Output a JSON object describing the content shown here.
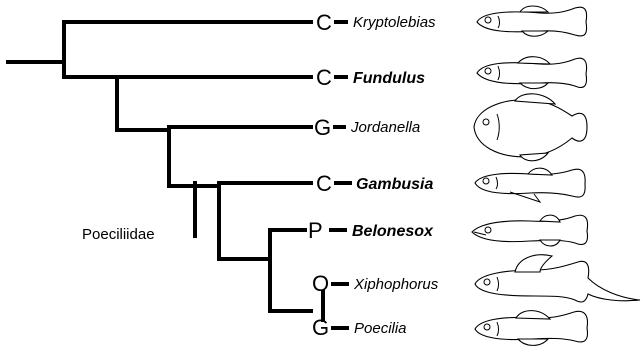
{
  "tree": {
    "clade_label": "Poeciliidae",
    "taxa": [
      {
        "code": "C",
        "name": "Kryptolebias",
        "bold": false,
        "fish": "fish-kryptolebias-icon"
      },
      {
        "code": "C",
        "name": "Fundulus",
        "bold": true,
        "fish": "fish-fundulus-icon"
      },
      {
        "code": "G",
        "name": "Jordanella",
        "bold": false,
        "fish": "fish-jordanella-icon"
      },
      {
        "code": "C",
        "name": "Gambusia",
        "bold": true,
        "fish": "fish-gambusia-icon"
      },
      {
        "code": "P",
        "name": "Belonesox",
        "bold": true,
        "fish": "fish-belonesox-icon"
      },
      {
        "code": "O",
        "name": "Xiphophorus",
        "bold": false,
        "fish": "fish-xiphophorus-icon"
      },
      {
        "code": "G",
        "name": "Poecilia",
        "bold": false,
        "fish": "fish-poecilia-icon"
      }
    ]
  }
}
